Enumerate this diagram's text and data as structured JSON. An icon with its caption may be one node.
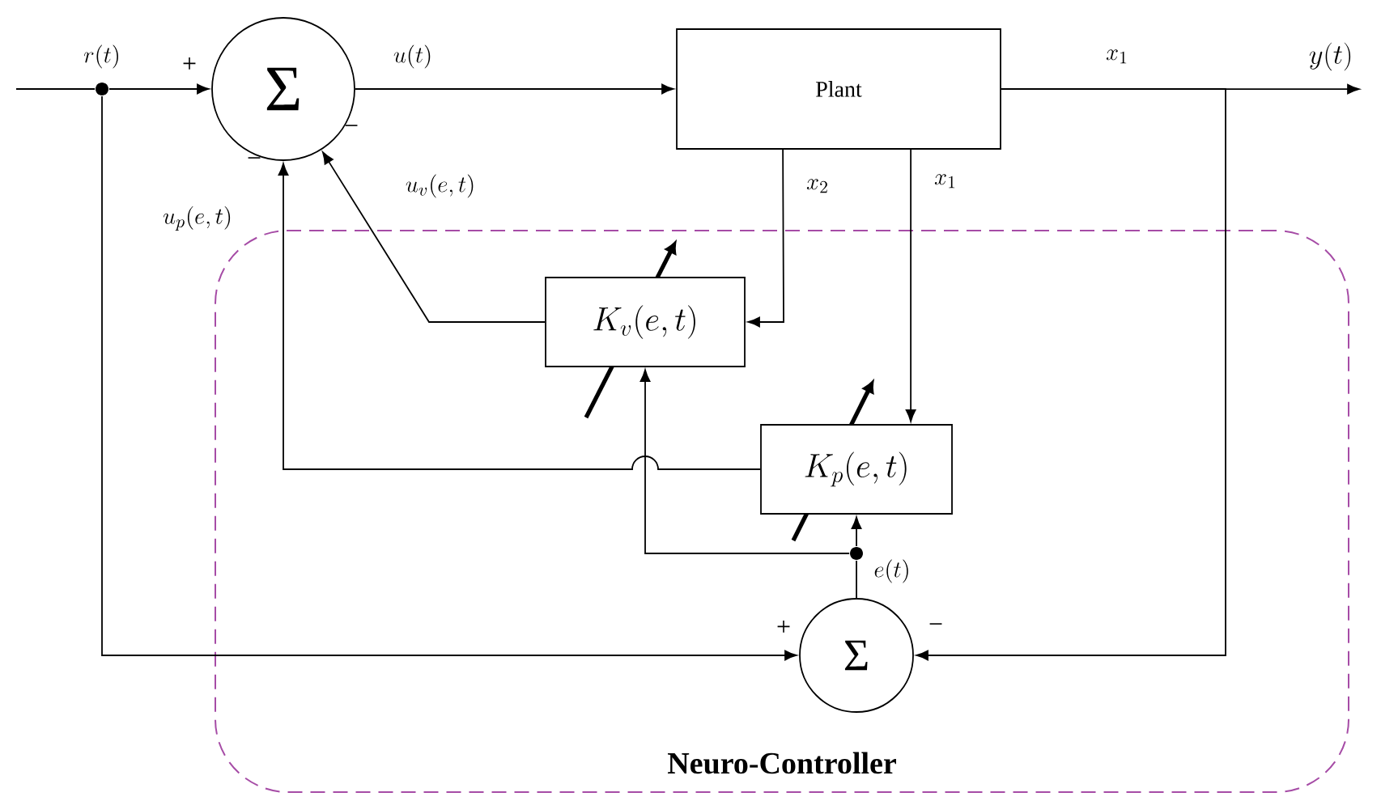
{
  "diagram": {
    "nodes": [
      {
        "text": [
          "Neuro-Controller"
        ]
      },
      {
        "text": [
          "Σ"
        ],
        "beside": [
          "+",
          "−",
          "−"
        ]
      },
      {
        "text": [
          "Plant"
        ]
      },
      {
        "text": [
          "K_v(e,t)"
        ],
        "in": 0
      },
      {
        "text": [
          "K_p(e,t)"
        ],
        "in": 0
      },
      {
        "text": [
          "Σ"
        ],
        "in": 0,
        "beside": [
          "+",
          "−"
        ]
      },
      {
        "text": [],
        "shape": "circle"
      },
      {
        "text": [],
        "shape": "circle",
        "in": 0
      },
      {
        "text": [
          "y(t)"
        ]
      }
    ],
    "edges": [
      {
        "from": null,
        "to": 6,
        "arrow": "none",
        "label": "r(t)"
      },
      {
        "from": 6,
        "to": 1,
        "arrow": "to"
      },
      {
        "from": 6,
        "to": 5,
        "arrow": "to"
      },
      {
        "from": 1,
        "to": 2,
        "arrow": "to",
        "label": "u(t)"
      },
      {
        "from": 2,
        "to": 8,
        "arrow": "to",
        "label": "x_1"
      },
      {
        "from": 2,
        "to": 5,
        "arrow": "to"
      },
      {
        "from": 2,
        "to": 3,
        "arrow": "to",
        "label": "x_2"
      },
      {
        "from": 2,
        "to": 4,
        "arrow": "to",
        "label": "x_1"
      },
      {
        "from": 3,
        "to": 1,
        "arrow": "to",
        "label": "u_v(e,t)"
      },
      {
        "from": 4,
        "to": 1,
        "arrow": "to",
        "label": "u_p(e,t)"
      },
      {
        "from": 5,
        "to": 7,
        "arrow": "none"
      },
      {
        "from": 7,
        "to": 4,
        "arrow": "to",
        "label": "e(t)"
      },
      {
        "from": 7,
        "to": 3,
        "arrow": "to"
      }
    ]
  }
}
